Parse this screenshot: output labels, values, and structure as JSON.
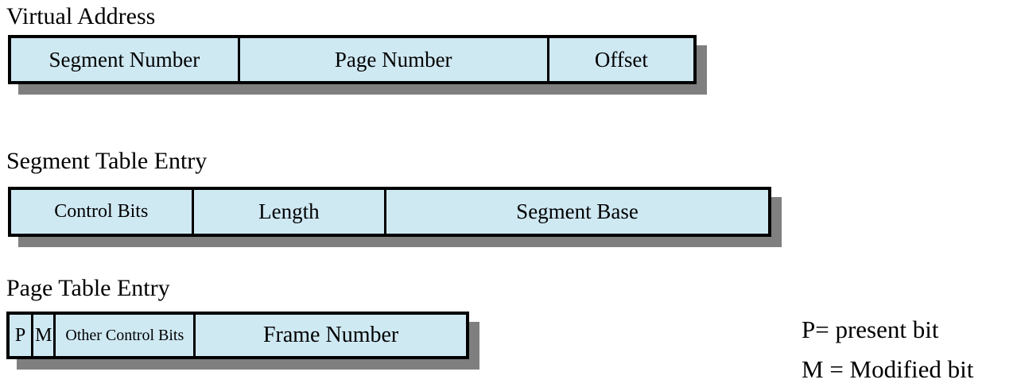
{
  "sections": {
    "virtual_address": {
      "label": "Virtual Address",
      "fields": [
        {
          "label": "Segment Number"
        },
        {
          "label": "Page Number"
        },
        {
          "label": "Offset"
        }
      ]
    },
    "segment_table_entry": {
      "label": "Segment Table Entry",
      "fields": [
        {
          "label": "Control Bits"
        },
        {
          "label": "Length"
        },
        {
          "label": "Segment Base"
        }
      ]
    },
    "page_table_entry": {
      "label": "Page Table Entry",
      "fields": [
        {
          "label": "P"
        },
        {
          "label": "M"
        },
        {
          "label": "Other Control Bits"
        },
        {
          "label": "Frame Number"
        }
      ]
    }
  },
  "legend": {
    "present_bit": "P= present bit",
    "modified_bit": "M = Modified bit"
  },
  "colors": {
    "cell-fill": "#cfe9f3",
    "box-border": "#000000",
    "shadow": "#7f7f7f",
    "text": "#000000",
    "background": "#ffffff"
  }
}
